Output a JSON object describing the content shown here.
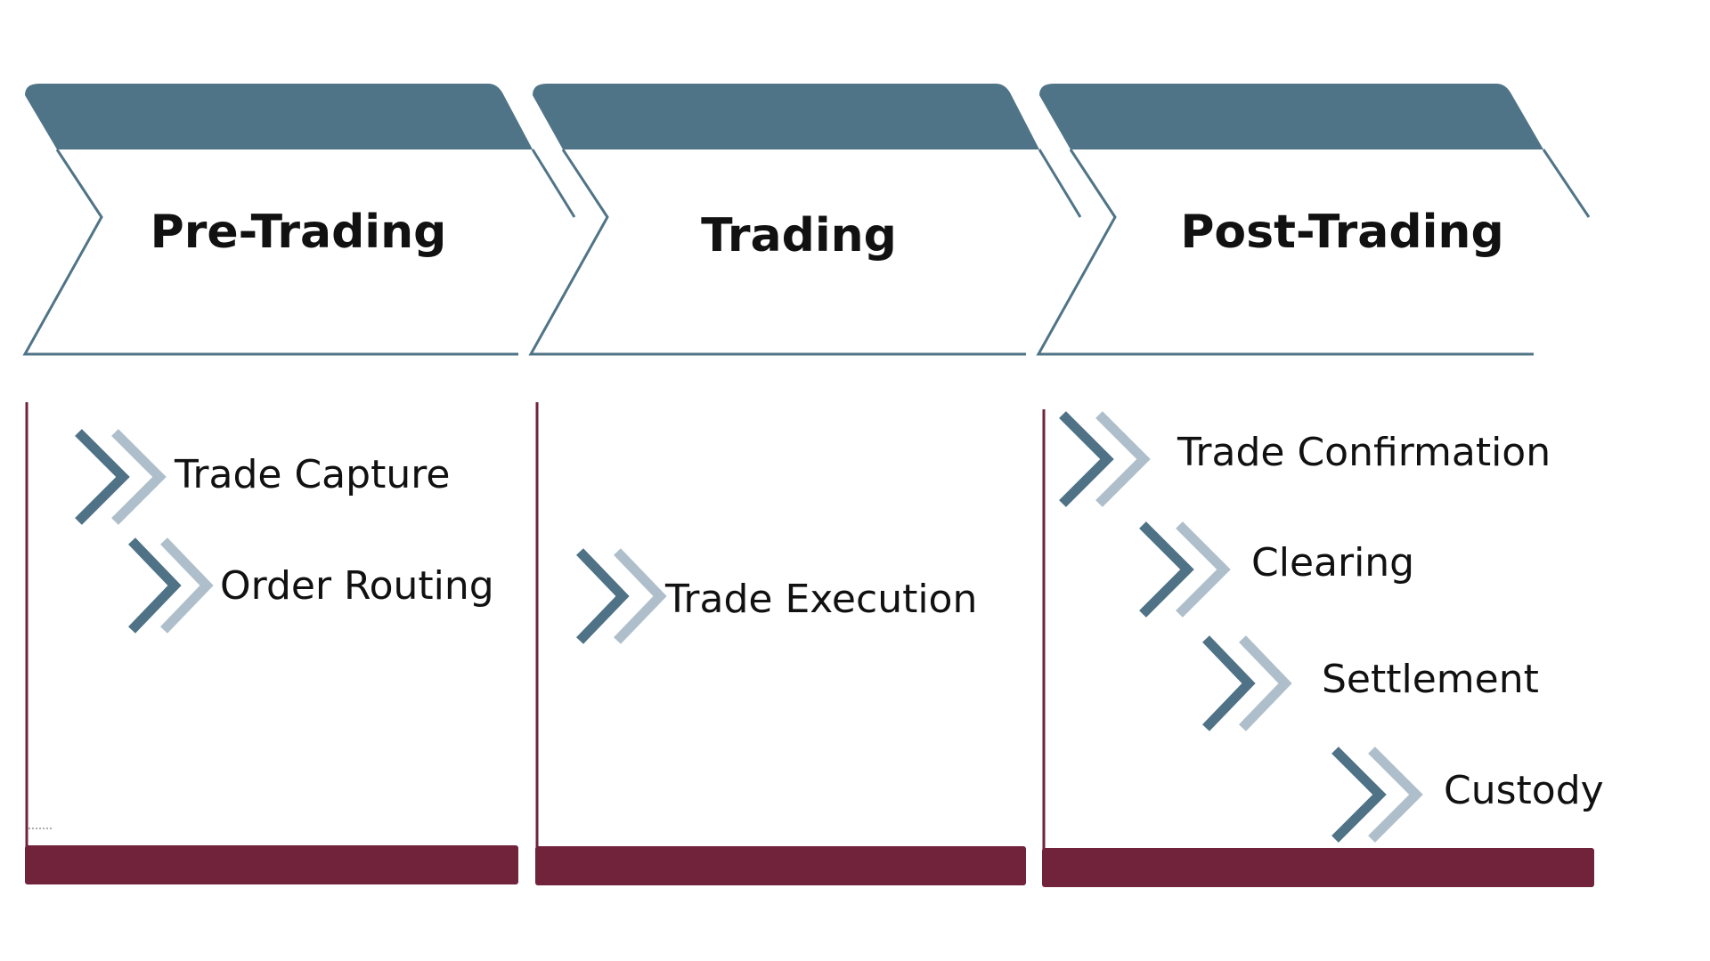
{
  "colors": {
    "header_band": "#507487",
    "outline": "#507487",
    "chevron_dark": "#4f7286",
    "chevron_light": "#aebfcb",
    "panel_accent": "#72233c",
    "text": "#111111",
    "background": "#ffffff"
  },
  "stages": [
    {
      "title": "Pre-Trading",
      "steps": [
        {
          "label": "Trade Capture",
          "icon": "double-chevron-right-icon"
        },
        {
          "label": "Order Routing",
          "icon": "double-chevron-right-icon"
        }
      ]
    },
    {
      "title": "Trading",
      "steps": [
        {
          "label": "Trade Execution",
          "icon": "double-chevron-right-icon"
        }
      ]
    },
    {
      "title": "Post-Trading",
      "steps": [
        {
          "label": "Trade Confirmation",
          "icon": "double-chevron-right-icon"
        },
        {
          "label": "Clearing",
          "icon": "double-chevron-right-icon"
        },
        {
          "label": "Settlement",
          "icon": "double-chevron-right-icon"
        },
        {
          "label": "Custody",
          "icon": "double-chevron-right-icon"
        }
      ]
    }
  ]
}
